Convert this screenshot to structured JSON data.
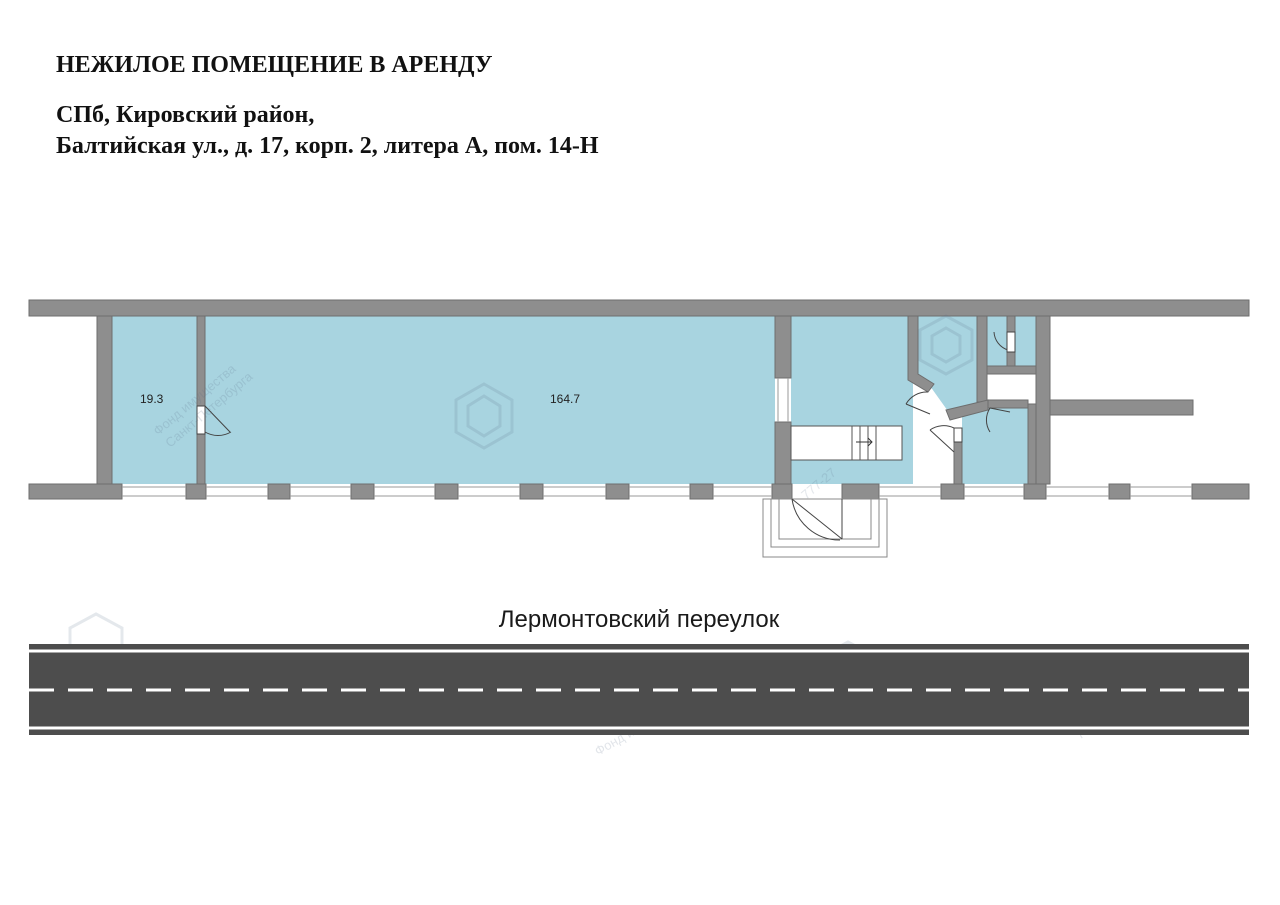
{
  "header": {
    "title": "НЕЖИЛОЕ ПОМЕЩЕНИЕ В АРЕНДУ",
    "address_line1": "СПб, Кировский район,",
    "address_line2": "Балтийская ул., д. 17, корп. 2, литера А, пом. 14-Н"
  },
  "floor_plan": {
    "rooms": [
      {
        "id": "room-small",
        "area": "19.3"
      },
      {
        "id": "room-main",
        "area": "164.7"
      }
    ],
    "street": {
      "name": "Лермонтовский переулок"
    },
    "watermark": {
      "text_line1": "Фонд имущества",
      "text_line2": "Санкт-Петербурга",
      "phone_fragment": "777-27"
    }
  },
  "colors": {
    "room_fill": "#a8d4e0",
    "wall": "#8e8e8e",
    "road": "#4d4d4d",
    "road_marking": "#ffffff"
  }
}
